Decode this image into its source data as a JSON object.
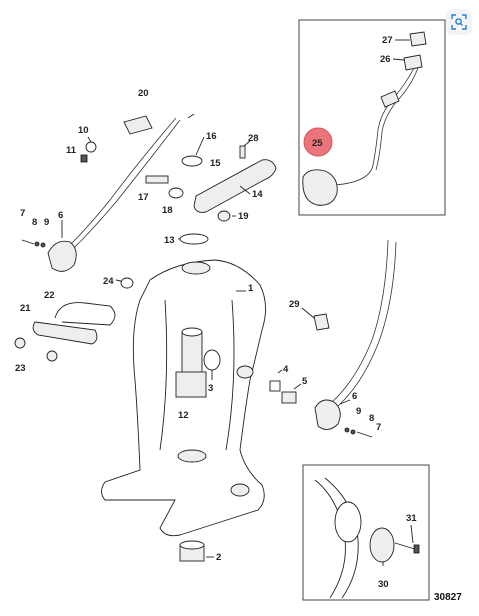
{
  "diagram": {
    "catalog_number": "30827",
    "callouts": [
      "1",
      "2",
      "3",
      "4",
      "5",
      "6",
      "6",
      "7",
      "7",
      "8",
      "8",
      "9",
      "9",
      "10",
      "11",
      "12",
      "13",
      "14",
      "15",
      "16",
      "17",
      "18",
      "19",
      "20",
      "21",
      "22",
      "23",
      "24",
      "25",
      "26",
      "27",
      "28",
      "29",
      "30",
      "31"
    ],
    "highlighted_callout": "25",
    "highlight_color": "#e9747a"
  },
  "toolbar": {
    "zoom_icon": "lens-zoom-icon"
  }
}
